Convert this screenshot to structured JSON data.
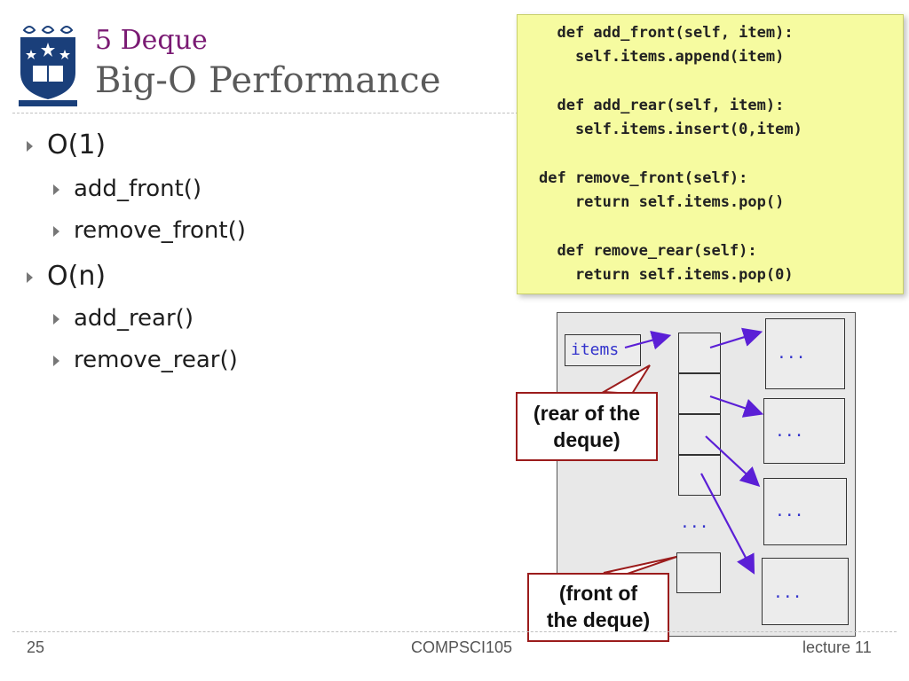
{
  "header": {
    "section_title": "5 Deque",
    "slide_title": "Big-O Performance"
  },
  "bullets": [
    {
      "label": "O(1)",
      "items": [
        "add_front()",
        "remove_front()"
      ]
    },
    {
      "label": "O(n)",
      "items": [
        "add_rear()",
        "remove_rear()"
      ]
    }
  ],
  "code": [
    "  def add_front(self, item):",
    "    self.items.append(item)",
    "",
    "  def add_rear(self, item):",
    "    self.items.insert(0,item)",
    "",
    "def remove_front(self):",
    "    return self.items.pop()",
    "",
    "  def remove_rear(self):",
    "    return self.items.pop(0)"
  ],
  "diagram": {
    "items_label": "items",
    "ellipsis": "...",
    "callout_rear": [
      "(rear of the",
      "deque)"
    ],
    "callout_front": [
      "(front of",
      "the deque)"
    ]
  },
  "footer": {
    "page_number": "25",
    "course": "COMPSCI105",
    "lecture": "lecture 11"
  },
  "colors": {
    "section_title": "#7a1a73",
    "code_background": "#f6fba0",
    "arrow": "#5b1fd6",
    "callout_border": "#9b1c1c"
  },
  "icons": [
    "university-crest-icon",
    "bullet-arrow-icon"
  ]
}
